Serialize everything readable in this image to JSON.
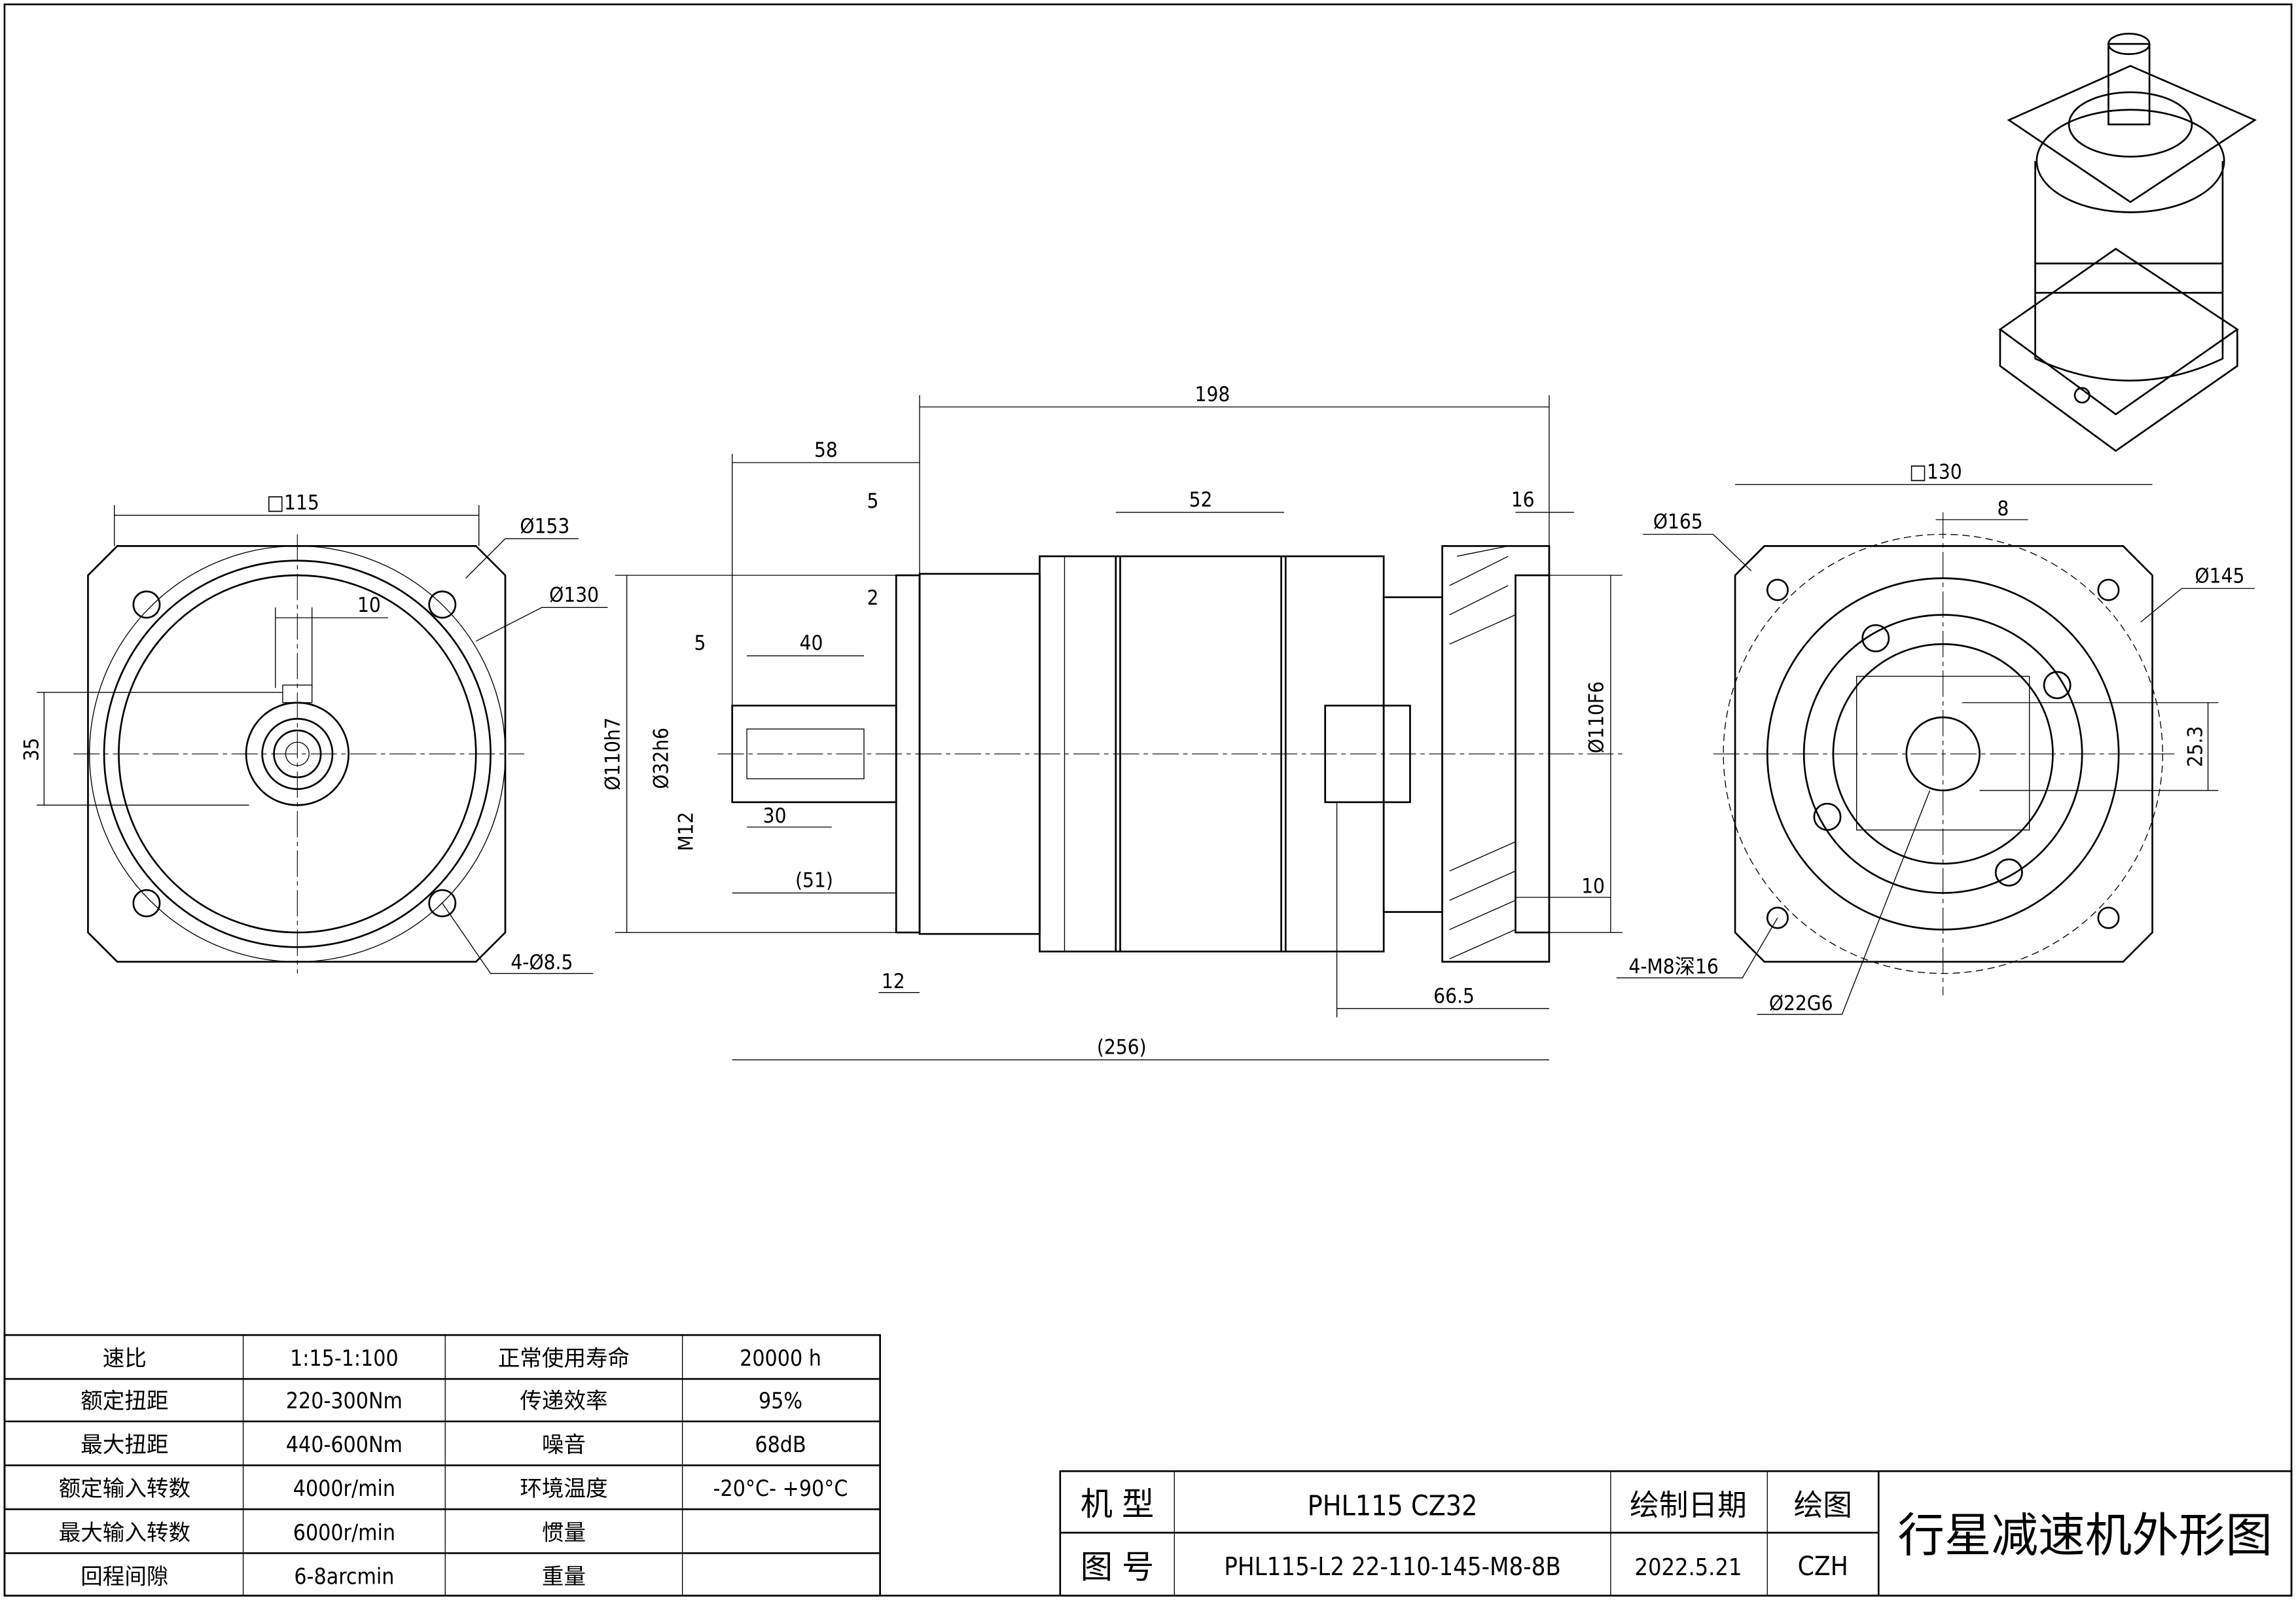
{
  "drawing": {
    "front_view_dims": {
      "square": "□115",
      "d153": "Ø153",
      "d130": "Ø130",
      "key10": "10",
      "h35": "35",
      "holes": "4-Ø8.5"
    },
    "side_view_dims": {
      "total198": "198",
      "d58": "58",
      "d5a": "5",
      "d2": "2",
      "d5b": "5",
      "d40": "40",
      "d32h6": "Ø32h6",
      "m12": "M12",
      "d30": "30",
      "d51": "(51)",
      "d110h7": "Ø110h7",
      "d12": "12",
      "d52": "52",
      "d16": "16",
      "d110f6": "Ø110F6",
      "d10": "10",
      "d66_5": "66.5",
      "d256": "(256)"
    },
    "rear_view_dims": {
      "square": "□130",
      "d8": "8",
      "d165": "Ø165",
      "d145": "Ø145",
      "h25_3": "25.3",
      "threads": "4-M8深16",
      "d22g6": "Ø22G6"
    }
  },
  "spec_table": {
    "rows": [
      {
        "k1": "速比",
        "v1": "1:15-1:100",
        "k2": "正常使用寿命",
        "v2": "20000 h"
      },
      {
        "k1": "额定扭距",
        "v1": "220-300Nm",
        "k2": "传递效率",
        "v2": "95%"
      },
      {
        "k1": "最大扭距",
        "v1": "440-600Nm",
        "k2": "噪音",
        "v2": "68dB"
      },
      {
        "k1": "额定输入转数",
        "v1": "4000r/min",
        "k2": "环境温度",
        "v2": "-20°C- +90°C"
      },
      {
        "k1": "最大输入转数",
        "v1": "6000r/min",
        "k2": "惯量",
        "v2": ""
      },
      {
        "k1": "回程间隙",
        "v1": "6-8arcmin",
        "k2": "重量",
        "v2": ""
      }
    ]
  },
  "title_block": {
    "model_label": "机 型",
    "model_value": "PHL115 CZ32",
    "drawing_no_label": "图 号",
    "drawing_no_value": "PHL115-L2 22-110-145-M8-8B",
    "date_label": "绘制日期",
    "date_value": "2022.5.21",
    "drawer_label": "绘图",
    "drawer_value": "CZH",
    "title": "行星减速机外形图"
  }
}
